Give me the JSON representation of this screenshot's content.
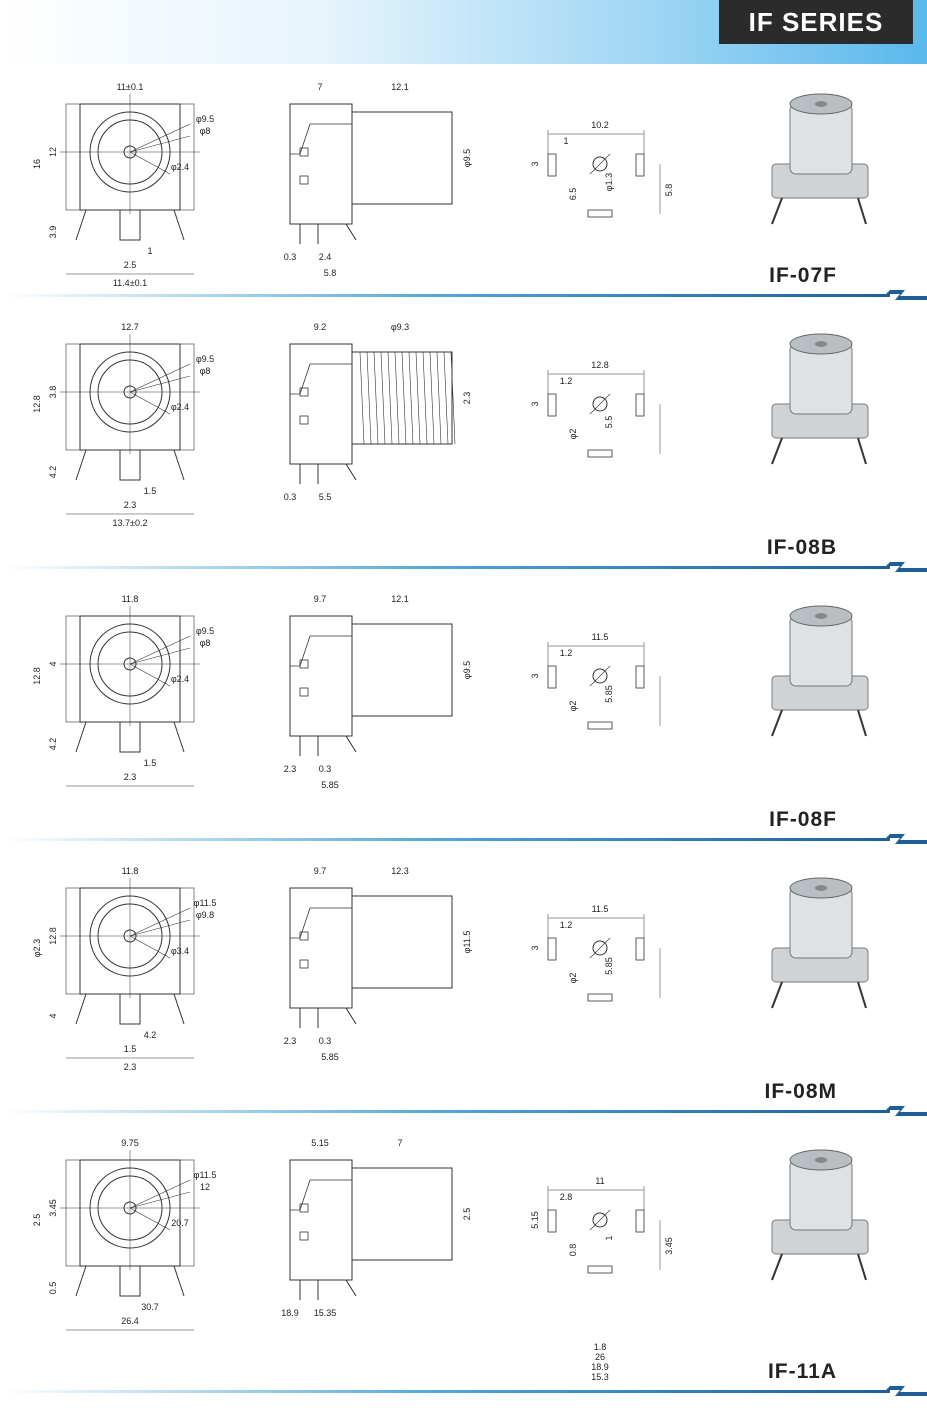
{
  "header": {
    "series_title": "IF SERIES"
  },
  "sections": [
    {
      "model": "IF-07F",
      "front": [
        "11±0.1",
        "φ9.5",
        "φ8",
        "φ2.4",
        "16",
        "12",
        "3.9",
        "1",
        "2.5",
        "11.4±0.1"
      ],
      "side": [
        "7",
        "12.1",
        "φ9.5",
        "0.3",
        "2.4",
        "5.8"
      ],
      "pcb": [
        "10.2",
        "1",
        "3",
        "6.5",
        "φ1.3",
        "5.8"
      ]
    },
    {
      "model": "IF-08B",
      "front": [
        "12.7",
        "φ9.5",
        "φ8",
        "φ2.4",
        "12.8",
        "3.8",
        "4.2",
        "1.5",
        "2.3",
        "13.7±0.2"
      ],
      "side": [
        "9.2",
        "φ9.3",
        "2.3",
        "0.3",
        "5.5"
      ],
      "pcb": [
        "12.8",
        "1.2",
        "3",
        "φ2",
        "5.5"
      ]
    },
    {
      "model": "IF-08F",
      "front": [
        "11.8",
        "φ9.5",
        "φ8",
        "φ2.4",
        "12.8",
        "4",
        "4.2",
        "1.5",
        "2.3"
      ],
      "side": [
        "9.7",
        "12.1",
        "φ9.5",
        "2.3",
        "0.3",
        "5.85"
      ],
      "pcb": [
        "11.5",
        "1.2",
        "3",
        "φ2",
        "5.85"
      ]
    },
    {
      "model": "IF-08M",
      "front": [
        "11.8",
        "φ11.5",
        "φ9.8",
        "φ3.4",
        "φ2.3",
        "12.8",
        "4",
        "4.2",
        "1.5",
        "2.3"
      ],
      "side": [
        "9.7",
        "12.3",
        "φ11.5",
        "2.3",
        "0.3",
        "5.85"
      ],
      "pcb": [
        "11.5",
        "1.2",
        "3",
        "φ2",
        "5.85"
      ]
    },
    {
      "model": "IF-11A",
      "front": [
        "9.75",
        "φ11.5",
        "12",
        "20.7",
        "2.5",
        "3.45",
        "0.5",
        "30.7",
        "26.4"
      ],
      "side": [
        "5.15",
        "7",
        "2.5",
        "18.9",
        "15.35"
      ],
      "pcb": [
        "11",
        "2.8",
        "5.15",
        "0.8",
        "1",
        "3.45",
        "1.8",
        "26",
        "18.9",
        "15.3"
      ]
    }
  ]
}
